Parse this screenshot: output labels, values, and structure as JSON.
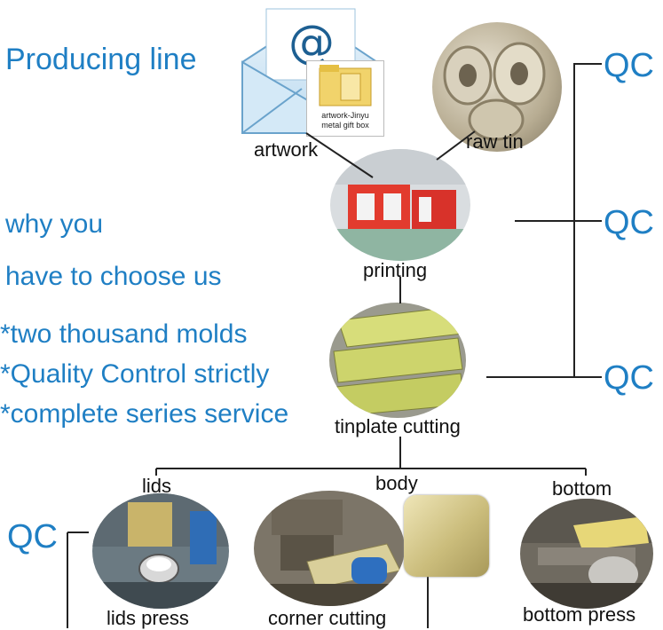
{
  "title": "Producing line",
  "why_line1": "why you",
  "why_line2": "have to choose us",
  "bullets": [
    "*two thousand molds",
    "*Quality Control strictly",
    "*complete series service"
  ],
  "qc_label": "QC",
  "steps": {
    "artwork": "artwork",
    "artwork_folder_label": "artwork-Jinyu metal gift box",
    "raw_tin": "raw tin",
    "printing": "printing",
    "tinplate_cutting": "tinplate cutting",
    "lids": "lids",
    "body": "body",
    "bottom": "bottom",
    "lids_press": "lids press",
    "corner_cutting": "corner cutting",
    "bottom_press": "bottom press"
  },
  "colors": {
    "accent": "#1f7fc4",
    "line": "#222222"
  },
  "icons": [
    "email-at-icon",
    "folder-icon"
  ]
}
